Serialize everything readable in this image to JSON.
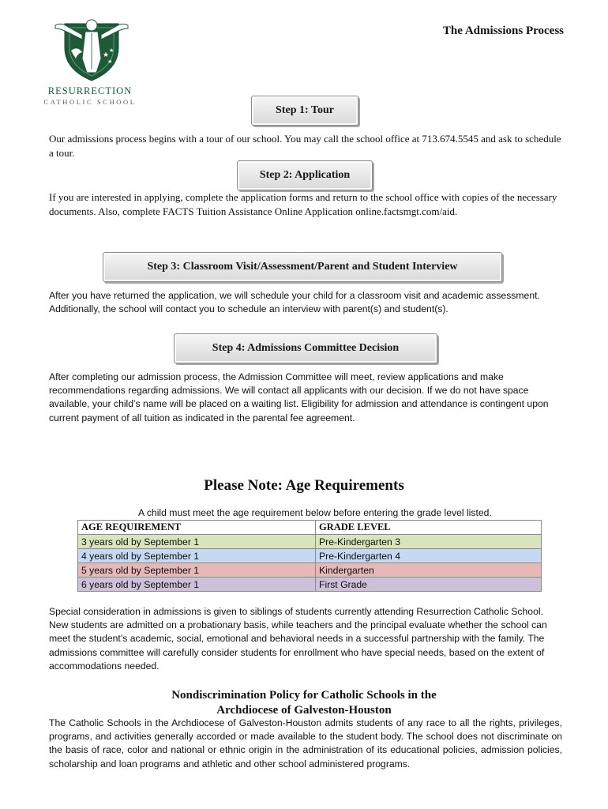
{
  "header": {
    "title": "The Admissions Process",
    "logo_name": "RESURRECTION",
    "logo_sub": "CATHOLIC SCHOOL"
  },
  "colors": {
    "logo_green": "#1e5a38",
    "row_green": "#d8e4bc",
    "row_blue": "#c5d9f1",
    "row_pink": "#e6b8b7",
    "row_purple": "#ccc0da"
  },
  "steps": [
    {
      "label": "Step 1: Tour",
      "text": "Our admissions process begins with a tour of our school. You may call the school office at 713.674.5545 and ask to schedule a tour."
    },
    {
      "label": "Step 2: Application",
      "text": "If you are interested in applying, complete the application forms and return to the school office with copies of the necessary documents. Also, complete FACTS Tuition Assistance Online Application  online.factsmgt.com/aid."
    },
    {
      "label": "Step 3: Classroom Visit/Assessment/Parent and Student Interview",
      "text": "After you have returned the application, we will schedule your child for a classroom visit and academic assessment. Additionally, the school will contact you to schedule an interview with parent(s) and student(s)."
    },
    {
      "label": "Step 4: Admissions Committee Decision",
      "text": "After completing our admission process, the Admission Committee will meet, review applications and make recommendations regarding admissions. We will contact all applicants with our decision.  If we do not have space available, your child’s name will be placed on a waiting list.  Eligibility for admission and attendance is contingent upon current payment of all tuition as indicated in the parental fee agreement."
    }
  ],
  "age": {
    "title": "Please Note: Age Requirements",
    "intro": "A child must meet the age requirement below before entering the grade level listed.",
    "headers": [
      "AGE REQUIREMENT",
      "GRADE LEVEL"
    ],
    "rows": [
      [
        "3 years old by September 1",
        "Pre-Kindergarten 3"
      ],
      [
        "4 years old by September 1",
        "Pre-Kindergarten 4"
      ],
      [
        "5 years old by September 1",
        "Kindergarten"
      ],
      [
        "6 years old by September 1",
        "First Grade"
      ]
    ]
  },
  "special": "Special consideration in admissions is given to siblings of students currently attending Resurrection Catholic School. New students are admitted on a probationary basis, while teachers and the principal evaluate whether the school can meet the student’s academic, social, emotional and behavioral needs in a successful partnership with the family.  The admissions committee will carefully consider students for enrollment who have special needs, based on the extent of accommodations needed.",
  "policy": {
    "title_line1": "Nondiscrimination Policy for Catholic Schools in the",
    "title_line2": "Archdiocese of Galveston-Houston",
    "text": "The Catholic Schools in the Archdiocese of Galveston-Houston admits students of any race to all the rights, privileges, programs, and activities generally accorded or made available to the student body. The school does not discriminate on the basis of race, color and national or ethnic origin in the administration of its educational policies, admission policies, scholarship and loan programs and athletic and other school administered programs."
  }
}
